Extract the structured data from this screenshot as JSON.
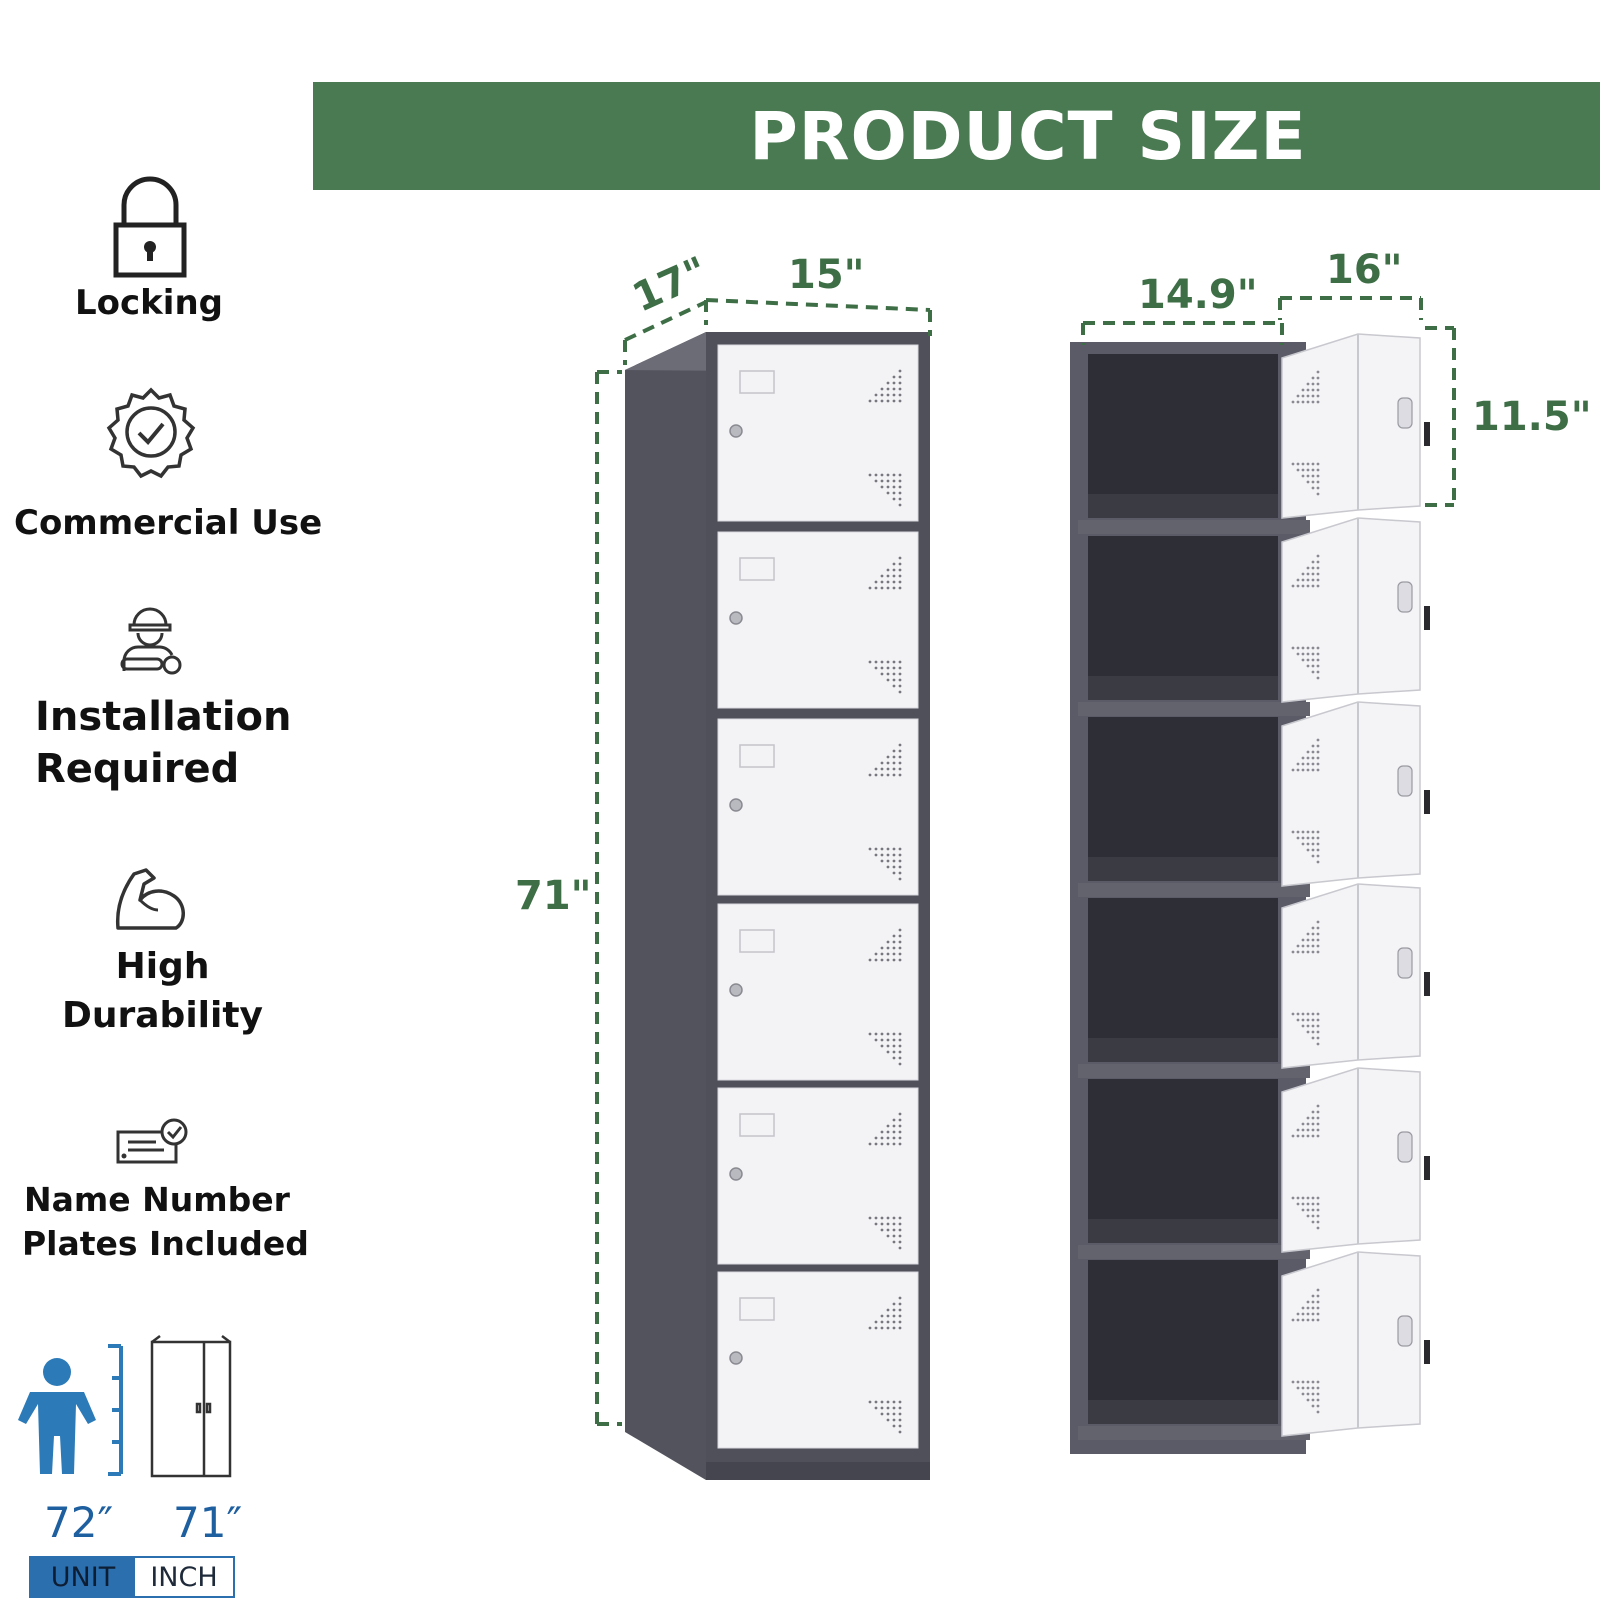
{
  "banner": {
    "title": "PRODUCT SIZE"
  },
  "features": [
    {
      "icon": "padlock-icon",
      "lines": [
        "Locking"
      ]
    },
    {
      "icon": "badge-check-icon",
      "lines": [
        "Commercial Use"
      ]
    },
    {
      "icon": "worker-wrench-icon",
      "lines": [
        "Installation",
        "Required"
      ]
    },
    {
      "icon": "flexed-arm-icon",
      "lines": [
        "High",
        "Durability"
      ]
    },
    {
      "icon": "name-plate-check-icon",
      "lines": [
        "Name Number",
        "Plates Included"
      ]
    }
  ],
  "dimensions": {
    "closed_depth": "17\"",
    "closed_width": "15\"",
    "closed_height": "71\"",
    "open_inner_width": "14.9\"",
    "open_door_width": "16\"",
    "open_compartment_height": "11.5\""
  },
  "scale": {
    "person_height": "72″",
    "cabinet_height": "71″",
    "unit_label": "UNIT",
    "unit_value": "INCH"
  },
  "colors": {
    "banner_green": "#4a7a52",
    "dimension_green": "#3d6e45",
    "cabinet_gray": "#5a5b66",
    "door_white": "#f3f3f5",
    "scale_blue": "#2c6fae"
  }
}
